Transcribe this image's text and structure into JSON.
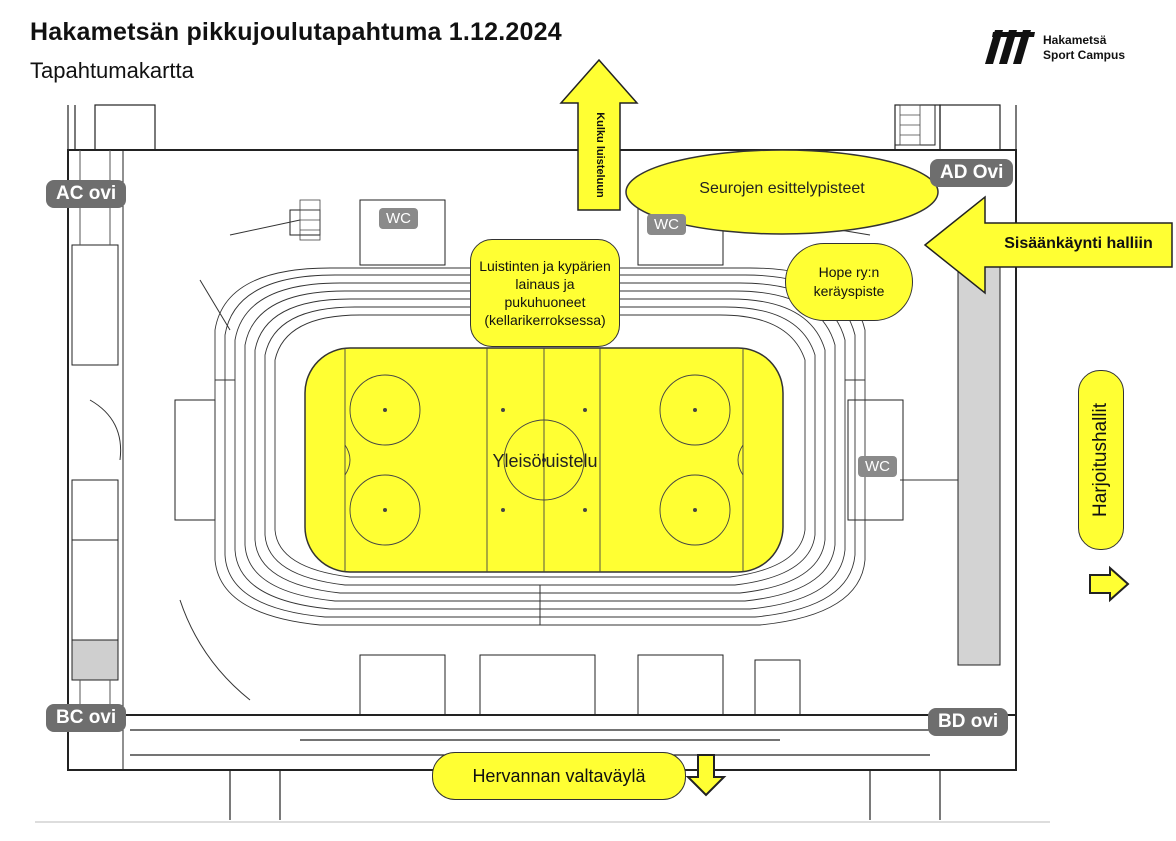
{
  "header": {
    "title": "Hakametsän pikkujoulutapahtuma 1.12.2024",
    "subtitle": "Tapahtumakartta"
  },
  "logo": {
    "line1": "Hakametsä",
    "line2": "Sport Campus"
  },
  "doors": {
    "ac": "AC ovi",
    "ad": "AD Ovi",
    "bc": "BC ovi",
    "bd": "BD ovi"
  },
  "wc": {
    "label": "WC"
  },
  "areas": {
    "seurojen": "Seurojen esittelypisteet",
    "luistinten": "Luistinten ja kypärien lainaus ja pukuhuoneet (kellarikerroksessa)",
    "hope": "Hope ry:n keräyspiste",
    "rink": "Yleisöluistelu",
    "hervannan": "Hervannan valtaväylä",
    "harjoitushallit": "Harjoitushallit"
  },
  "arrows": {
    "kulku": "Kulku luisteluun",
    "sisaan": "Sisäänkäynti halliin"
  },
  "colors": {
    "highlight": "#ffff33",
    "door_badge": "#6e6e6e",
    "wc_badge": "#8a8a8a",
    "corridor": "#d3d3d3"
  }
}
